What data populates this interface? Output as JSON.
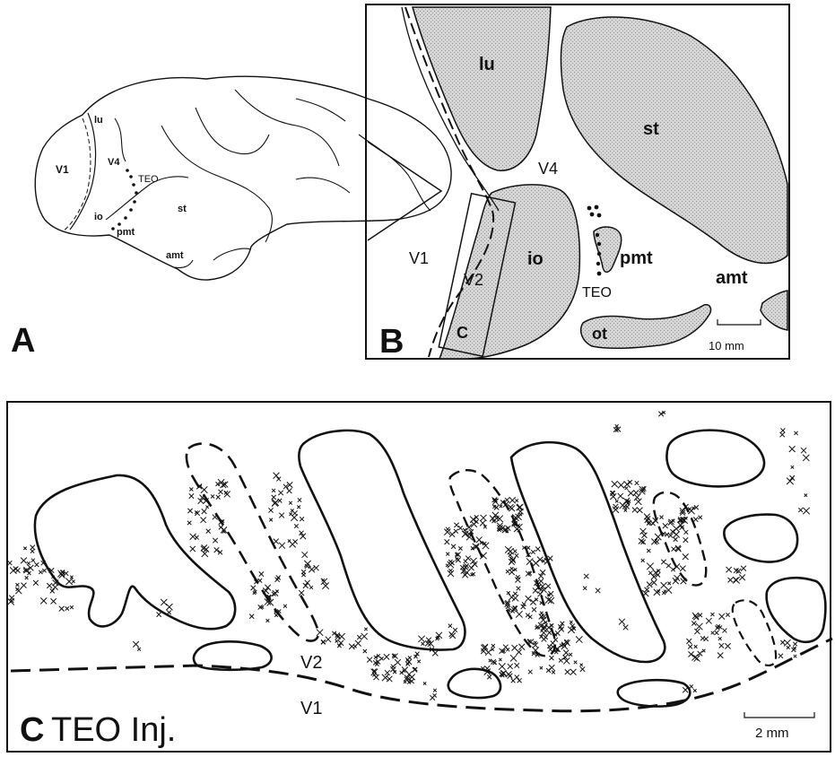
{
  "panel_a": {
    "panel_letter": "A",
    "labels": {
      "lu": "lu",
      "v1": "V1",
      "v4": "V4",
      "teo": "TEO",
      "io": "io",
      "st": "st",
      "pmt": "pmt",
      "amt": "amt"
    }
  },
  "panel_b": {
    "panel_letter": "B",
    "labels": {
      "lu": "lu",
      "st": "st",
      "v4": "V4",
      "io": "io",
      "pmt": "pmt",
      "v1": "V1",
      "v2": "V2",
      "teo": "TEO",
      "amt": "amt",
      "ot": "ot",
      "box_c": "C"
    },
    "scale_bar": "10 mm"
  },
  "panel_c": {
    "panel_letter": "C",
    "title": "TEO Inj.",
    "labels": {
      "v2": "V2",
      "v1": "V1"
    },
    "scale_bar": "2 mm"
  }
}
